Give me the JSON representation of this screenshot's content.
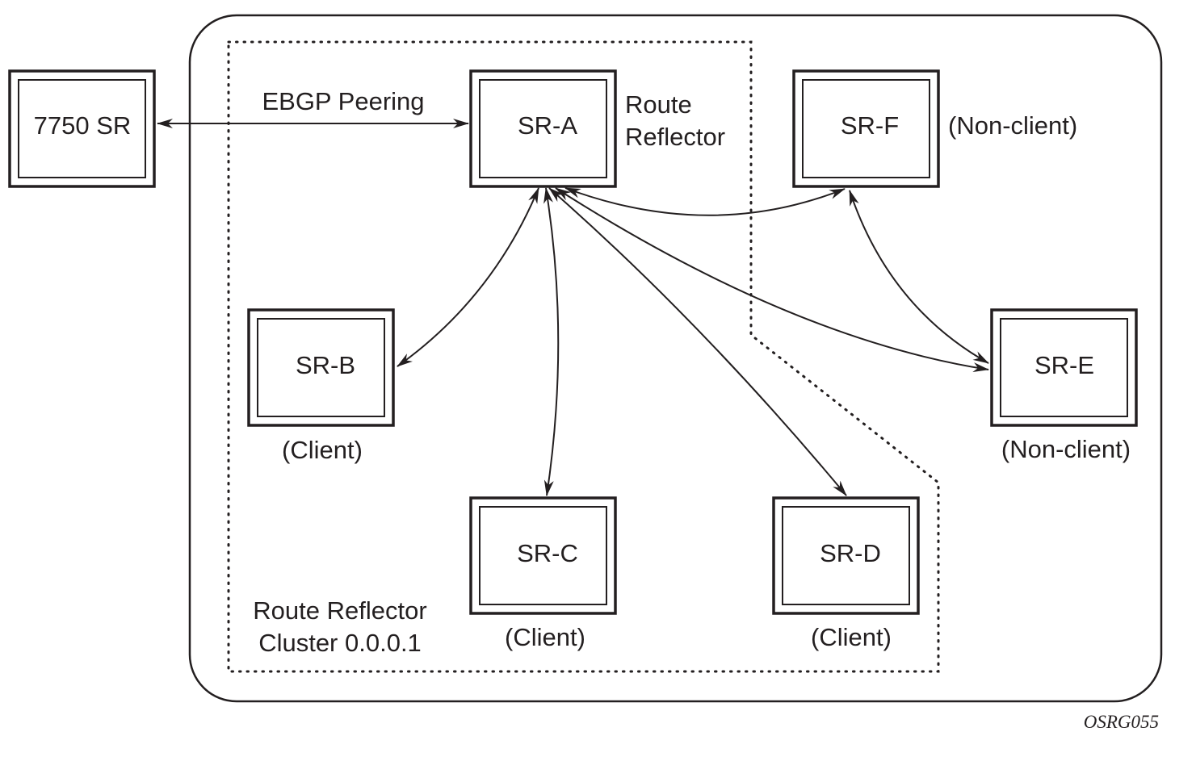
{
  "colors": {
    "ink": "#231f20",
    "background": "#ffffff"
  },
  "nodes": {
    "ext": {
      "label": "7750 SR"
    },
    "sr_a": {
      "label": "SR-A",
      "role_line1": "Route",
      "role_line2": "Reflector"
    },
    "sr_b": {
      "label": "SR-B",
      "role": "(Client)"
    },
    "sr_c": {
      "label": "SR-C",
      "role": "(Client)"
    },
    "sr_d": {
      "label": "SR-D",
      "role": "(Client)"
    },
    "sr_e": {
      "label": "SR-E",
      "role": "(Non-client)"
    },
    "sr_f": {
      "label": "SR-F",
      "role": "(Non-client)"
    }
  },
  "ebgp_label": "EBGP Peering",
  "cluster": {
    "line1": "Route Reflector",
    "line2": "Cluster 0.0.0.1"
  },
  "figure_id": "OSRG055"
}
